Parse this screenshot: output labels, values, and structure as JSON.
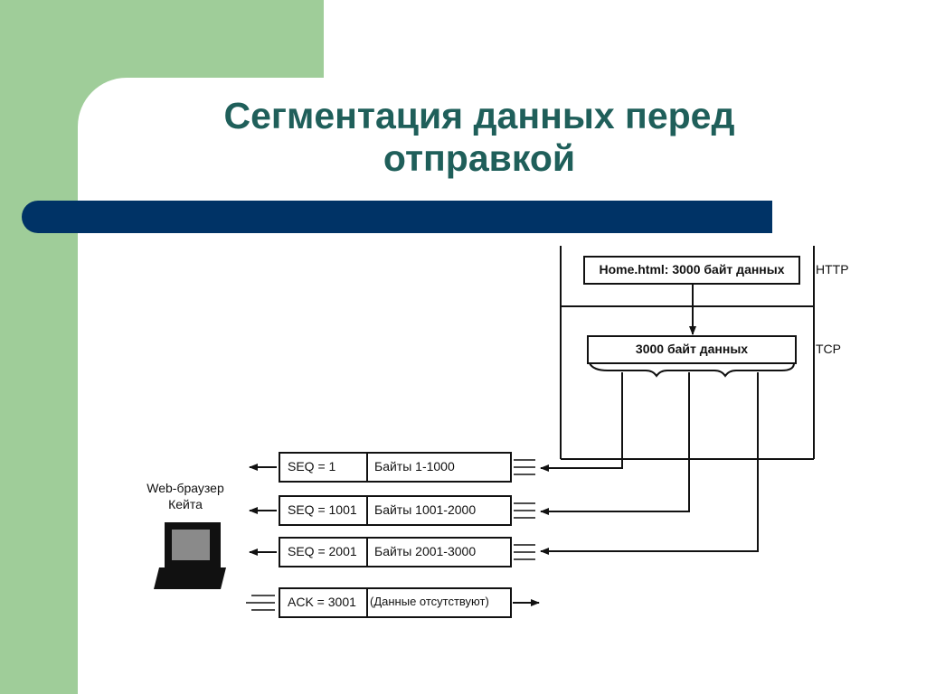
{
  "title": {
    "line1": "Сегментация данных перед",
    "line2": "отправкой"
  },
  "diagram": {
    "http_box": "Home.html: 3000 байт данных",
    "http_layer": "HTTP",
    "tcp_box": "3000 байт данных",
    "tcp_layer": "TCP",
    "client_label_1": "Web-браузер",
    "client_label_2": "Кейта",
    "client_icon": "computer-icon",
    "segments": [
      {
        "seq": "SEQ = 1",
        "bytes": "Байты 1-1000"
      },
      {
        "seq": "SEQ = 1001",
        "bytes": "Байты 1001-2000"
      },
      {
        "seq": "SEQ = 2001",
        "bytes": "Байты 2001-3000"
      }
    ],
    "ack": {
      "seq": "ACK = 3001",
      "note": "(Данные отсутствуют)"
    }
  }
}
